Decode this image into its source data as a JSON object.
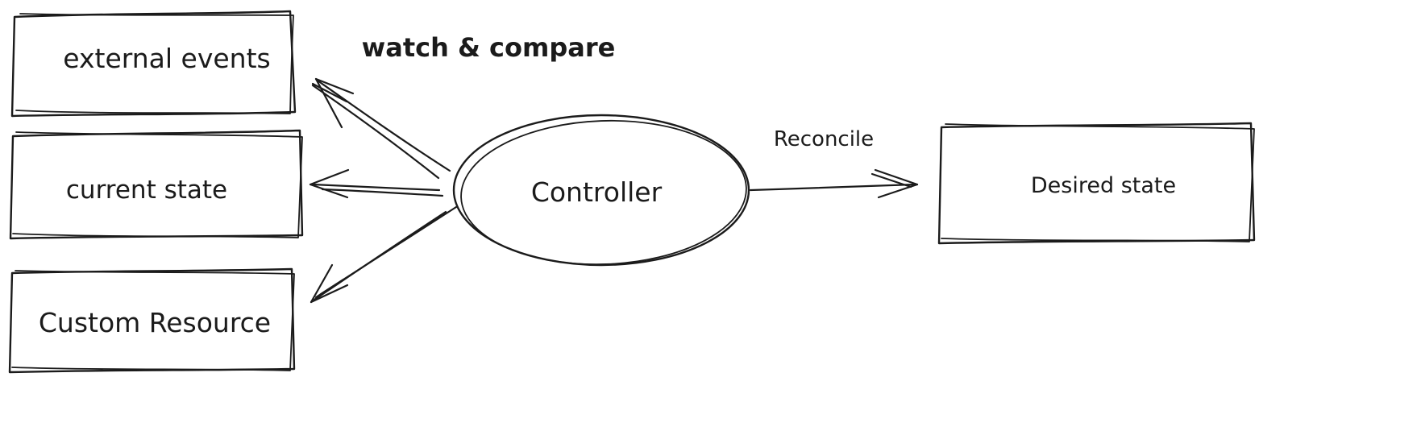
{
  "nodes": {
    "external_events": {
      "label": "external events"
    },
    "current_state": {
      "label": "current state"
    },
    "custom_resource": {
      "label": "Custom Resource"
    },
    "controller": {
      "label": "Controller"
    },
    "desired_state": {
      "label": "Desired state"
    }
  },
  "edges": {
    "watch_compare": {
      "label": "watch & compare"
    },
    "reconcile": {
      "label": "Reconcile"
    }
  },
  "colors": {
    "stroke": "#1b1b1b",
    "background": "#ffffff"
  }
}
